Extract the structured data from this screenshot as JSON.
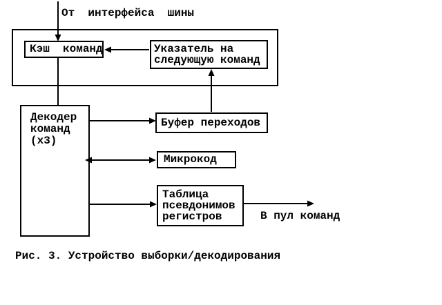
{
  "diagram": {
    "source_label": "От  интерфейса  шины",
    "output_label": "В пул команд",
    "caption": "Рис. 3. Устройство выборки/декодирования",
    "colors": {
      "ink": "#000000",
      "paper": "#ffffff"
    },
    "boxes": {
      "cache": {
        "label": "Кэш  команд"
      },
      "next_instruction_pointer": {
        "line1": "Указатель на",
        "line2": "следующую команд"
      },
      "decoder": {
        "line1": "Декодер",
        "line2": "команд",
        "line3": "(x3)"
      },
      "branch_buffer": {
        "label": "Буфер переходов"
      },
      "microcode": {
        "label": "Микрокод"
      },
      "register_alias_table": {
        "line1": "Таблица",
        "line2": "псевдонимов",
        "line3": "регистров"
      }
    }
  }
}
